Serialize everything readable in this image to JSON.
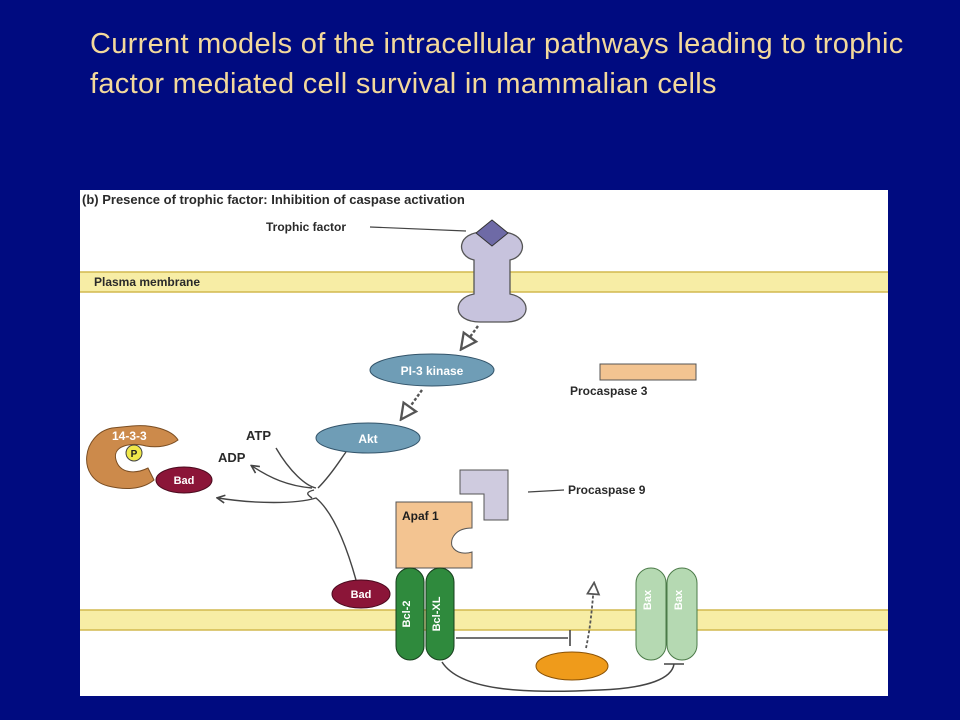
{
  "slide": {
    "title": "Current models of the intracellular pathways leading to trophic factor mediated cell survival in mammalian cells"
  },
  "diagram": {
    "panel_heading": "(b) Presence of trophic factor: Inhibition of caspase activation",
    "labels": {
      "trophic_factor": "Trophic factor",
      "plasma_membrane": "Plasma membrane",
      "pi3_kinase": "PI-3 kinase",
      "procaspase_3": "Procaspase 3",
      "akt": "Akt",
      "atp": "ATP",
      "adp": "ADP",
      "protein_14_3_3": "14-3-3",
      "phosphate": "P",
      "bad_bound": "Bad",
      "bad_membrane": "Bad",
      "procaspase_9": "Procaspase 9",
      "apaf1": "Apaf 1",
      "bcl2": "Bcl-2",
      "bclxl": "Bcl-XL",
      "bax_left": "Bax",
      "bax_right": "Bax"
    },
    "colors": {
      "membrane": "#f7eda5",
      "receptor": "#c7c3dd",
      "ligand": "#6e6aa6",
      "pi3_kinase": "#6f9db6",
      "akt": "#6f9db6",
      "procaspase_3": "#f3c491",
      "procaspase_9": "#cfcbdf",
      "apaf1": "#f3c491",
      "protein_14_3_3": "#cc8a4b",
      "phosphate": "#f0e84a",
      "bad": "#8b1538",
      "bcl": "#2f8a3d",
      "bax": "#b5d9b2",
      "cytochrome_c": "#ef9b1b"
    }
  }
}
